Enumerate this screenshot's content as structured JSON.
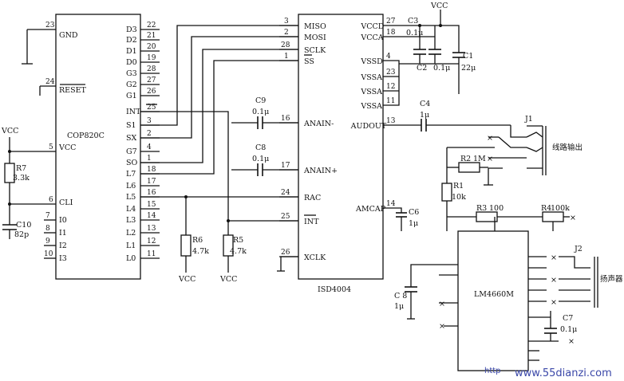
{
  "chips": {
    "cop": {
      "name": "COP820C",
      "gnd": "GND",
      "reset": "RESET",
      "vcc": "VCC",
      "cli": "CLI"
    },
    "isd": {
      "name": "ISD4004"
    },
    "lm": {
      "name": "LM4660M"
    }
  },
  "cop_left_pins": [
    {
      "num": "23",
      "label": ""
    },
    {
      "num": "24",
      "label": ""
    },
    {
      "num": "5",
      "label": ""
    },
    {
      "num": "6",
      "label": ""
    },
    {
      "num": "7",
      "label": "I0"
    },
    {
      "num": "8",
      "label": "I1"
    },
    {
      "num": "9",
      "label": "I2"
    },
    {
      "num": "10",
      "label": "I3"
    }
  ],
  "cop_right_pins": [
    {
      "num": "22",
      "label": "D3"
    },
    {
      "num": "21",
      "label": "D2"
    },
    {
      "num": "20",
      "label": "D1"
    },
    {
      "num": "19",
      "label": "D0"
    },
    {
      "num": "28",
      "label": "G3"
    },
    {
      "num": "27",
      "label": "G2"
    },
    {
      "num": "26",
      "label": "G1"
    },
    {
      "num": "25",
      "label": "INT"
    },
    {
      "num": "3",
      "label": "S1"
    },
    {
      "num": "2",
      "label": "SX"
    },
    {
      "num": "4",
      "label": "G7"
    },
    {
      "num": "1",
      "label": "SO"
    },
    {
      "num": "18",
      "label": "L7"
    },
    {
      "num": "17",
      "label": "L6"
    },
    {
      "num": "16",
      "label": "L5"
    },
    {
      "num": "15",
      "label": "L4"
    },
    {
      "num": "14",
      "label": "L3"
    },
    {
      "num": "13",
      "label": "L2"
    },
    {
      "num": "12",
      "label": "L1"
    },
    {
      "num": "11",
      "label": "L0"
    }
  ],
  "isd_left_pins": [
    {
      "num": "3",
      "label": "MISO"
    },
    {
      "num": "2",
      "label": "MOSI"
    },
    {
      "num": "28",
      "label": "SCLK"
    },
    {
      "num": "1",
      "label": "SS"
    },
    {
      "num": "16",
      "label": "ANAIN-"
    },
    {
      "num": "17",
      "label": "ANAIN+"
    },
    {
      "num": "24",
      "label": "RAC"
    },
    {
      "num": "25",
      "label": "INT"
    },
    {
      "num": "26",
      "label": "XCLK"
    }
  ],
  "isd_right_pins": [
    {
      "num": "27",
      "label": "VCCD"
    },
    {
      "num": "18",
      "label": "VCCA"
    },
    {
      "num": "4",
      "label": "VSSD"
    },
    {
      "num": "23",
      "label": "VSSA"
    },
    {
      "num": "12",
      "label": "VSSA"
    },
    {
      "num": "11",
      "label": "VSSA"
    },
    {
      "num": "13",
      "label": "AUDOUT"
    },
    {
      "num": "14",
      "label": "AMCAP"
    }
  ],
  "components": {
    "r7": {
      "ref": "R7",
      "val": "3.3k"
    },
    "c10": {
      "ref": "C10",
      "val": "82p"
    },
    "r6": {
      "ref": "R6",
      "val": "4.7k"
    },
    "r5": {
      "ref": "R5",
      "val": "4.7k"
    },
    "c9": {
      "ref": "C9",
      "val": "0.1μ"
    },
    "c8a": {
      "ref": "C8",
      "val": "0.1μ"
    },
    "c3": {
      "ref": "C3",
      "val": "0.1μ"
    },
    "c2": {
      "ref": "C2",
      "val": "0.1μ"
    },
    "c1": {
      "ref": "C1",
      "val": "22μ"
    },
    "c4": {
      "ref": "C4",
      "val": "1μ"
    },
    "c6": {
      "ref": "C6",
      "val": "1μ"
    },
    "r2": {
      "ref": "R2",
      "val": "1M"
    },
    "r1": {
      "ref": "R1",
      "val": "10k"
    },
    "r3": {
      "ref": "R3",
      "val": "100"
    },
    "r4": {
      "ref": "R4",
      "val": "100k"
    },
    "c8b": {
      "ref": "C 8",
      "val": "1μ"
    },
    "c7": {
      "ref": "C7",
      "val": "0.1μ"
    },
    "j1": {
      "ref": "J1",
      "text": "线路输出"
    },
    "j2": {
      "ref": "J2",
      "text": "扬声器"
    }
  },
  "supplies": {
    "vcc": "VCC"
  },
  "watermark": {
    "url": "www.55dianzi.com",
    "http": "http"
  }
}
